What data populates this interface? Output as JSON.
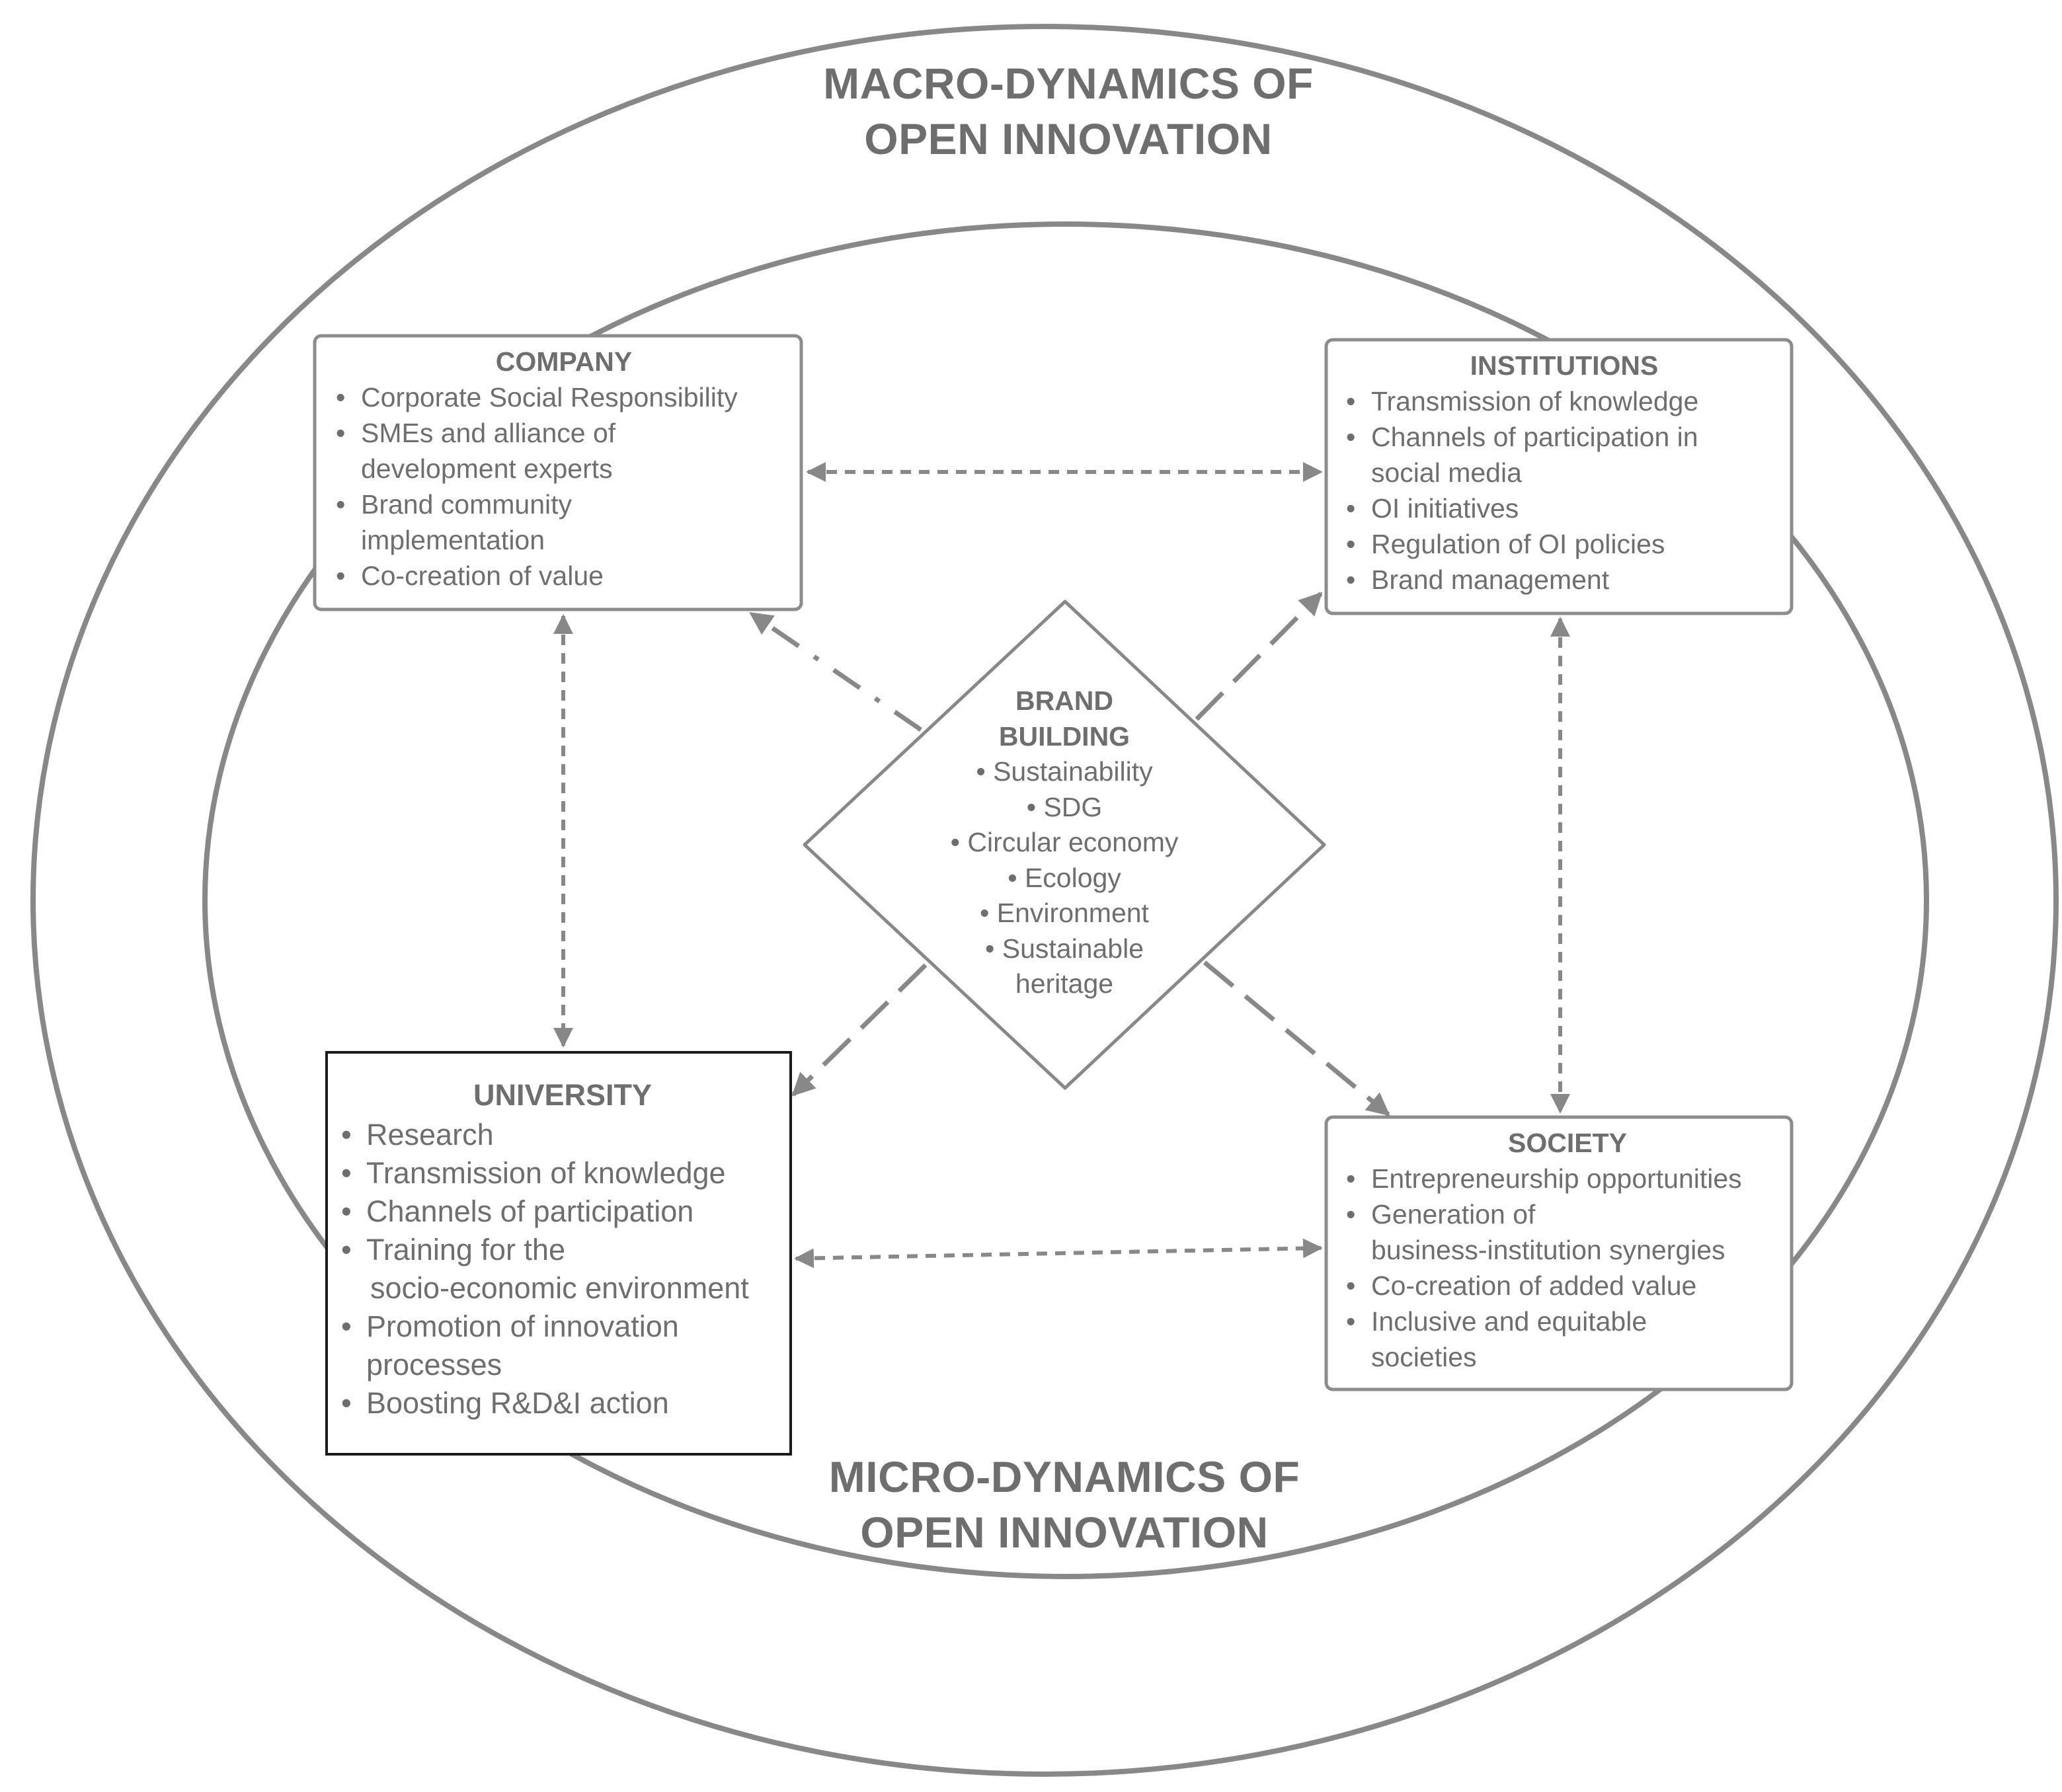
{
  "macro_title": {
    "line1": "MACRO-DYNAMICS OF",
    "line2": "OPEN INNOVATION"
  },
  "micro_title": {
    "line1": "MICRO-DYNAMICS OF",
    "line2": "OPEN INNOVATION"
  },
  "company": {
    "title": "COMPANY",
    "items": [
      "Corporate Social Responsibility",
      "SMEs and alliance of",
      "development experts",
      "Brand community",
      "implementation",
      "Co-creation of value"
    ]
  },
  "institutions": {
    "title": "INSTITUTIONS",
    "items": [
      "Transmission of knowledge",
      "Channels of participation in",
      "social media",
      "OI initiatives",
      "Regulation of OI policies",
      "Brand management"
    ]
  },
  "university": {
    "title": "UNIVERSITY",
    "items": [
      "Research",
      "Transmission of knowledge",
      "Channels of participation",
      "Training for the",
      "socio-economic environment",
      "Promotion of innovation",
      "processes",
      "Boosting R&D&I action"
    ]
  },
  "society": {
    "title": "SOCIETY",
    "items": [
      "Entrepreneurship opportunities",
      "Generation of",
      "business-institution synergies",
      "Co-creation of added value",
      "Inclusive and equitable",
      "societies"
    ]
  },
  "brand_building": {
    "title_line1": "BRAND",
    "title_line2": "BUILDING",
    "items": [
      "Sustainability",
      "SDG",
      "Circular economy",
      "Ecology",
      "Environment",
      "Sustainable",
      "heritage"
    ]
  },
  "colors": {
    "stroke": "#888888",
    "text": "#6e6e6e",
    "box_border_light": "#8c8c8c",
    "box_border_dark": "#1a1a1a"
  }
}
